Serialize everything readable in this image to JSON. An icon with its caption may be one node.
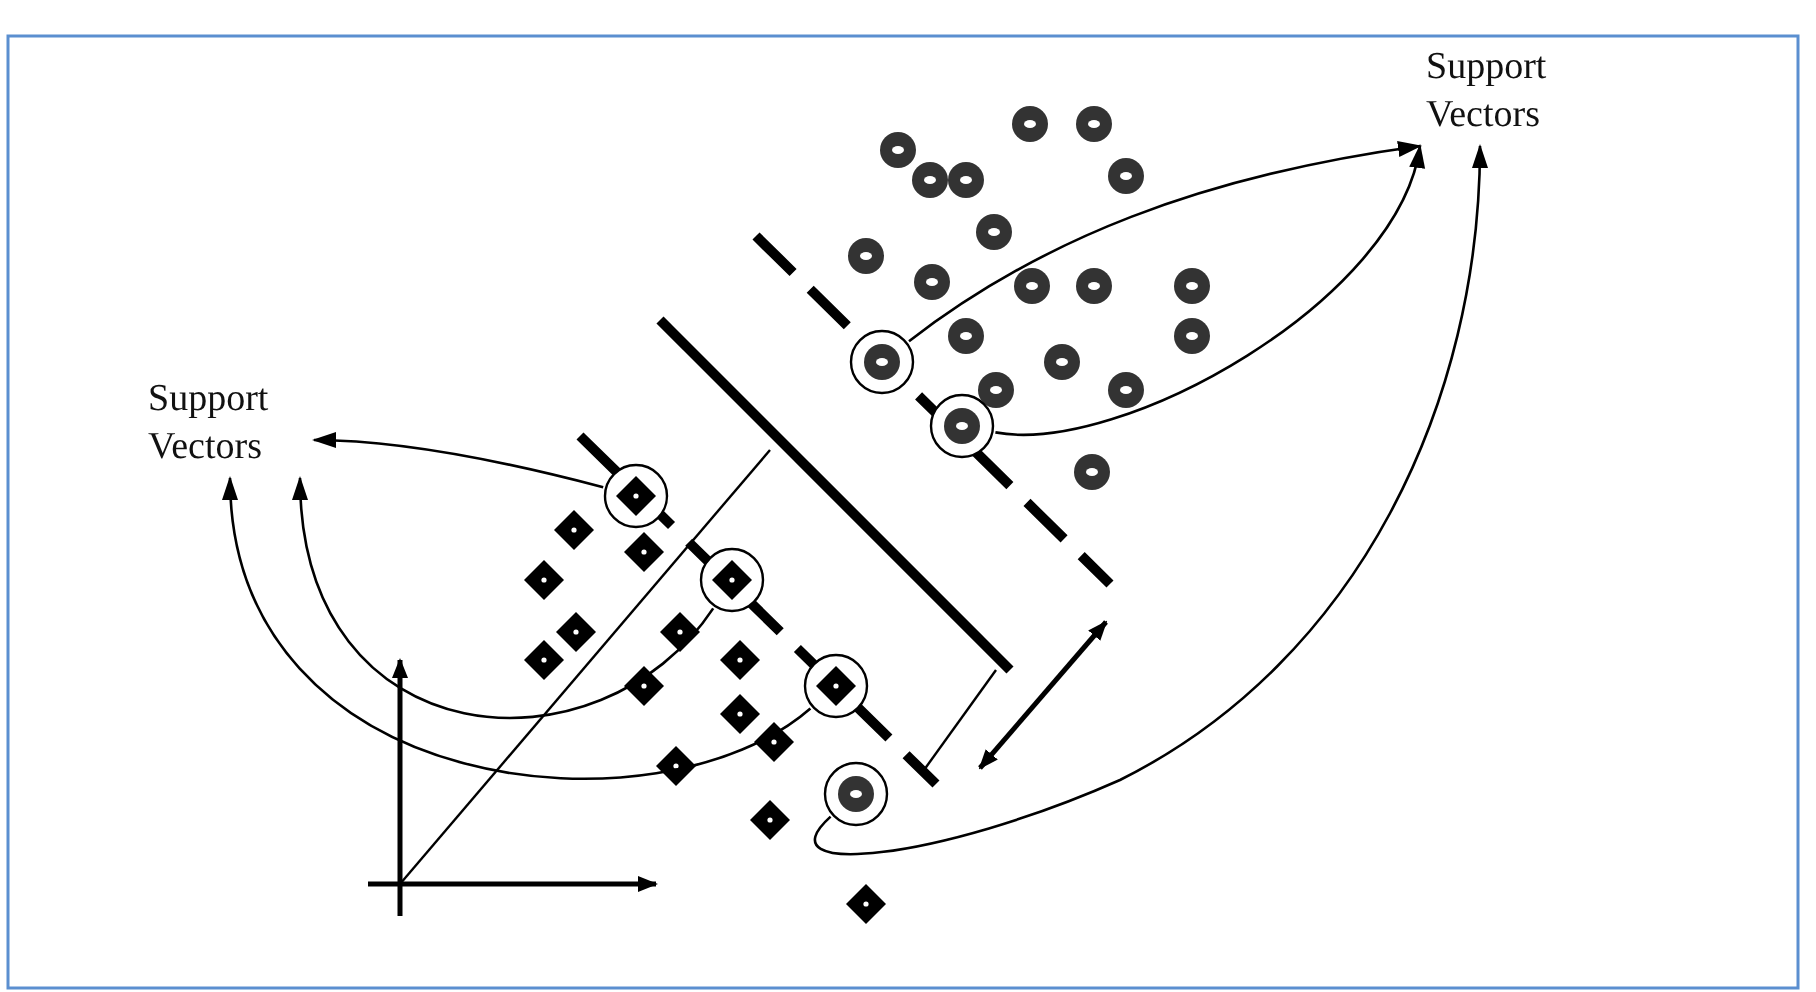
{
  "diagram": {
    "nodes": [
      {
        "text": [
          "Support Vectors"
        ]
      },
      {
        "text": [],
        "shape": "circle"
      },
      {
        "text": [
          "Support Vectors"
        ]
      },
      {
        "text": [],
        "shape": "circle"
      },
      {
        "text": [],
        "shape": "circle"
      },
      {
        "text": [],
        "shape": "circle"
      },
      {
        "text": [],
        "shape": "circle"
      },
      {
        "text": [],
        "shape": "circle"
      }
    ],
    "edges": [
      {
        "from": 1,
        "to": 0,
        "arrow": "to"
      },
      {
        "from": 3,
        "to": 0,
        "arrow": "to"
      },
      {
        "from": 7,
        "to": 0,
        "arrow": "to"
      },
      {
        "from": 4,
        "to": 2,
        "arrow": "to"
      },
      {
        "from": 5,
        "to": 2,
        "arrow": "to"
      },
      {
        "from": 6,
        "to": 2,
        "arrow": "to"
      }
    ]
  }
}
